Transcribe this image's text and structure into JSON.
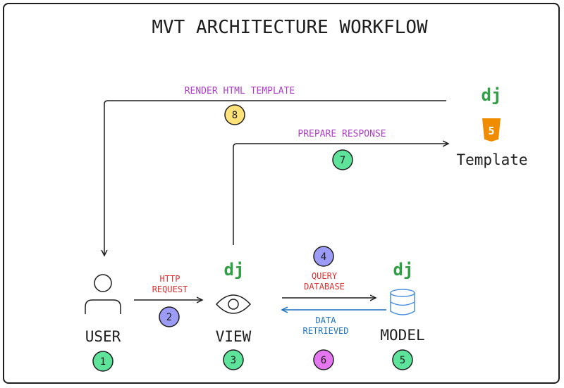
{
  "title": "MVT ARCHITECTURE WORKFLOW",
  "nodes": {
    "user": {
      "label": "USER",
      "step": "1"
    },
    "view": {
      "label": "VIEW",
      "step": "3",
      "logo": "dj"
    },
    "model": {
      "label": "MODEL",
      "step": "5",
      "logo": "dj"
    },
    "template": {
      "label": "Template",
      "logo": "dj",
      "badge": "5"
    }
  },
  "edges": {
    "http_request": {
      "line1": "HTTP",
      "line2": "REQUEST",
      "step": "2"
    },
    "query_database": {
      "line1": "QUERY",
      "line2": "DATABASE",
      "step": "4"
    },
    "data_retrieved": {
      "line1": "DATA",
      "line2": "RETRIEVED",
      "step": "6"
    },
    "prepare_response": {
      "label": "PREPARE RESPONSE",
      "step": "7"
    },
    "render_html_template": {
      "label": "RENDER HTML TEMPLATE",
      "step": "8"
    }
  },
  "colors": {
    "step_green": "#5ee39b",
    "step_purple": "#9c9cf7",
    "step_magenta": "#e476f0",
    "step_yellow": "#ffe27a",
    "django_green": "#2f9e44",
    "html5_orange": "#f08c00",
    "label_red": "#e03131",
    "label_blue": "#1971c2",
    "label_magenta": "#ae3ec9",
    "db_blue": "#4a90e2"
  }
}
